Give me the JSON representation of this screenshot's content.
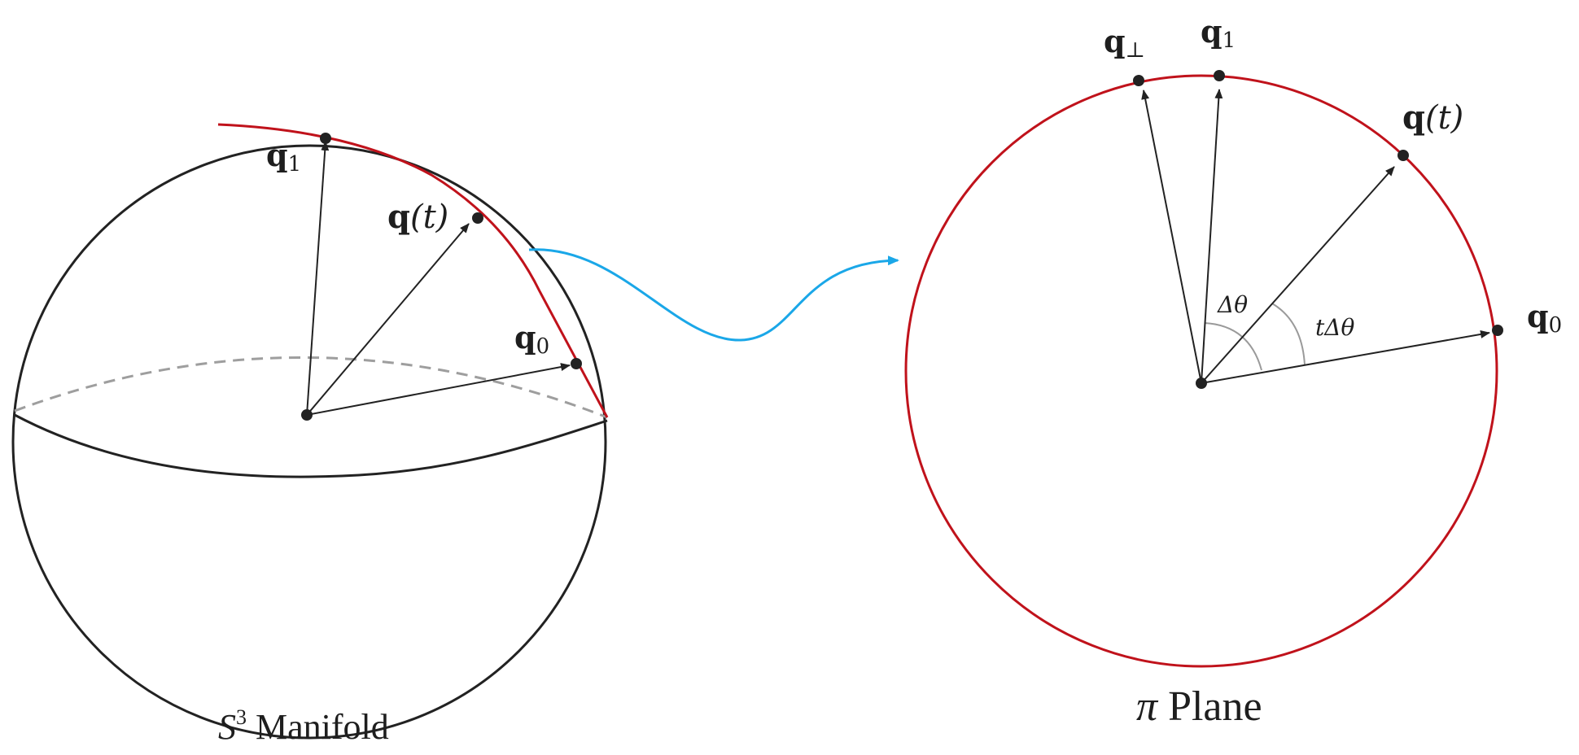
{
  "colors": {
    "ink": "#222222",
    "arc": "#c0121b",
    "dashed": "#9e9e9e",
    "connector": "#1aa7e8",
    "angle_mark": "#9a9a9a"
  },
  "left": {
    "caption_symbol": "S",
    "caption_sup": "3",
    "caption_text": "Manifold",
    "labels": {
      "q1": {
        "base": "q",
        "sub": "1"
      },
      "qt": {
        "base": "q",
        "arg": "(t)"
      },
      "q0": {
        "base": "q",
        "sub": "0"
      }
    }
  },
  "right": {
    "caption_symbol": "π",
    "caption_text": "Plane",
    "labels": {
      "qperp": {
        "base": "q",
        "sub": "⊥"
      },
      "q1": {
        "base": "q",
        "sub": "1"
      },
      "qt": {
        "base": "q",
        "arg": "(t)"
      },
      "q0": {
        "base": "q",
        "sub": "0"
      },
      "delta_theta": "Δθ",
      "t_delta_theta": {
        "t": "t",
        "rest": "Δθ"
      }
    }
  }
}
